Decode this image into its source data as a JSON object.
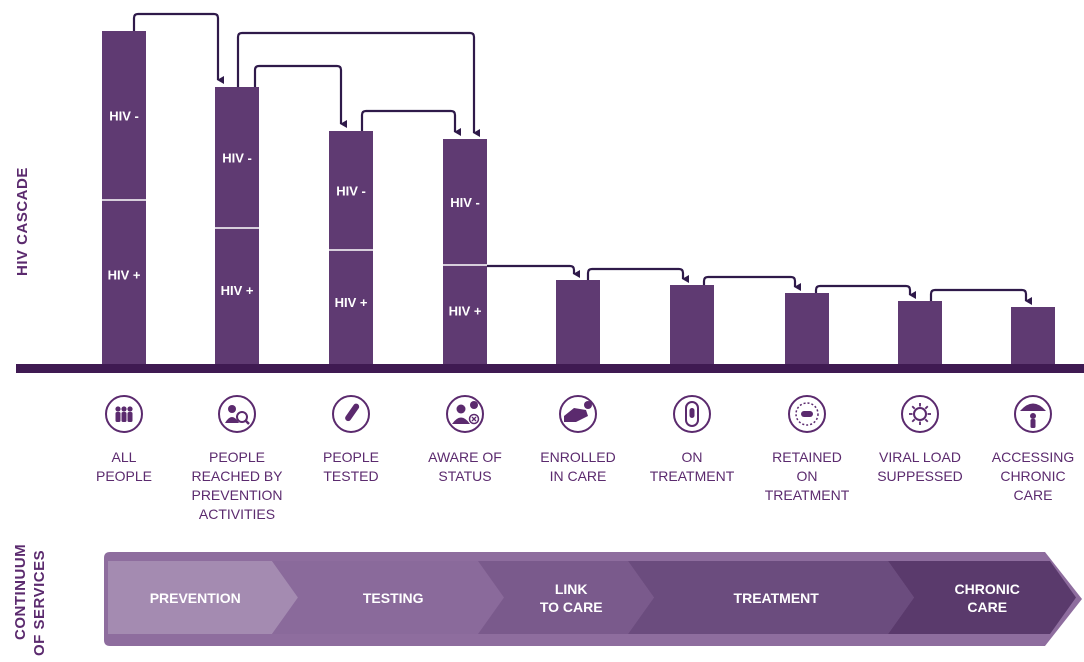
{
  "axis_labels": {
    "cascade": "HIV CASCADE",
    "continuum_line1": "CONTINUUM",
    "continuum_line2": "OF SERVICES"
  },
  "segment_labels": {
    "negative": "HIV -",
    "positive": "HIV +"
  },
  "stages": [
    {
      "label": [
        "ALL",
        "PEOPLE"
      ],
      "icon": "people-group-icon"
    },
    {
      "label": [
        "PEOPLE",
        "REACHED BY",
        "PREVENTION",
        "ACTIVITIES"
      ],
      "icon": "person-search-icon"
    },
    {
      "label": [
        "PEOPLE",
        "TESTED"
      ],
      "icon": "test-tube-icon"
    },
    {
      "label": [
        "AWARE OF",
        "STATUS"
      ],
      "icon": "person-status-icon"
    },
    {
      "label": [
        "ENROLLED",
        "IN CARE"
      ],
      "icon": "hand-care-icon"
    },
    {
      "label": [
        "ON",
        "TREATMENT"
      ],
      "icon": "pill-icon"
    },
    {
      "label": [
        "RETAINED",
        "ON",
        "TREATMENT"
      ],
      "icon": "pill-cycle-icon"
    },
    {
      "label": [
        "VIRAL LOAD",
        "SUPPESSED"
      ],
      "icon": "virus-icon"
    },
    {
      "label": [
        "ACCESSING",
        "CHRONIC",
        "CARE"
      ],
      "icon": "umbrella-person-icon"
    }
  ],
  "continuum": [
    {
      "label": [
        "PREVENTION"
      ]
    },
    {
      "label": [
        "TESTING"
      ]
    },
    {
      "label": [
        "LINK",
        "TO CARE"
      ]
    },
    {
      "label": [
        "TREATMENT"
      ]
    },
    {
      "label": [
        "CHRONIC",
        "CARE"
      ]
    }
  ],
  "colors": {
    "bar": "#5f3a72",
    "axis": "#3f1a52",
    "arrow": "#2f1a4a",
    "text": "#5b2a6e",
    "cont_bg": "#8e6d9e",
    "cont_1": "#a48bb1",
    "cont_2": "#8a6a9b",
    "cont_3": "#7a5a8c",
    "cont_4": "#6b4c7e",
    "cont_5": "#5a3a6c"
  }
}
